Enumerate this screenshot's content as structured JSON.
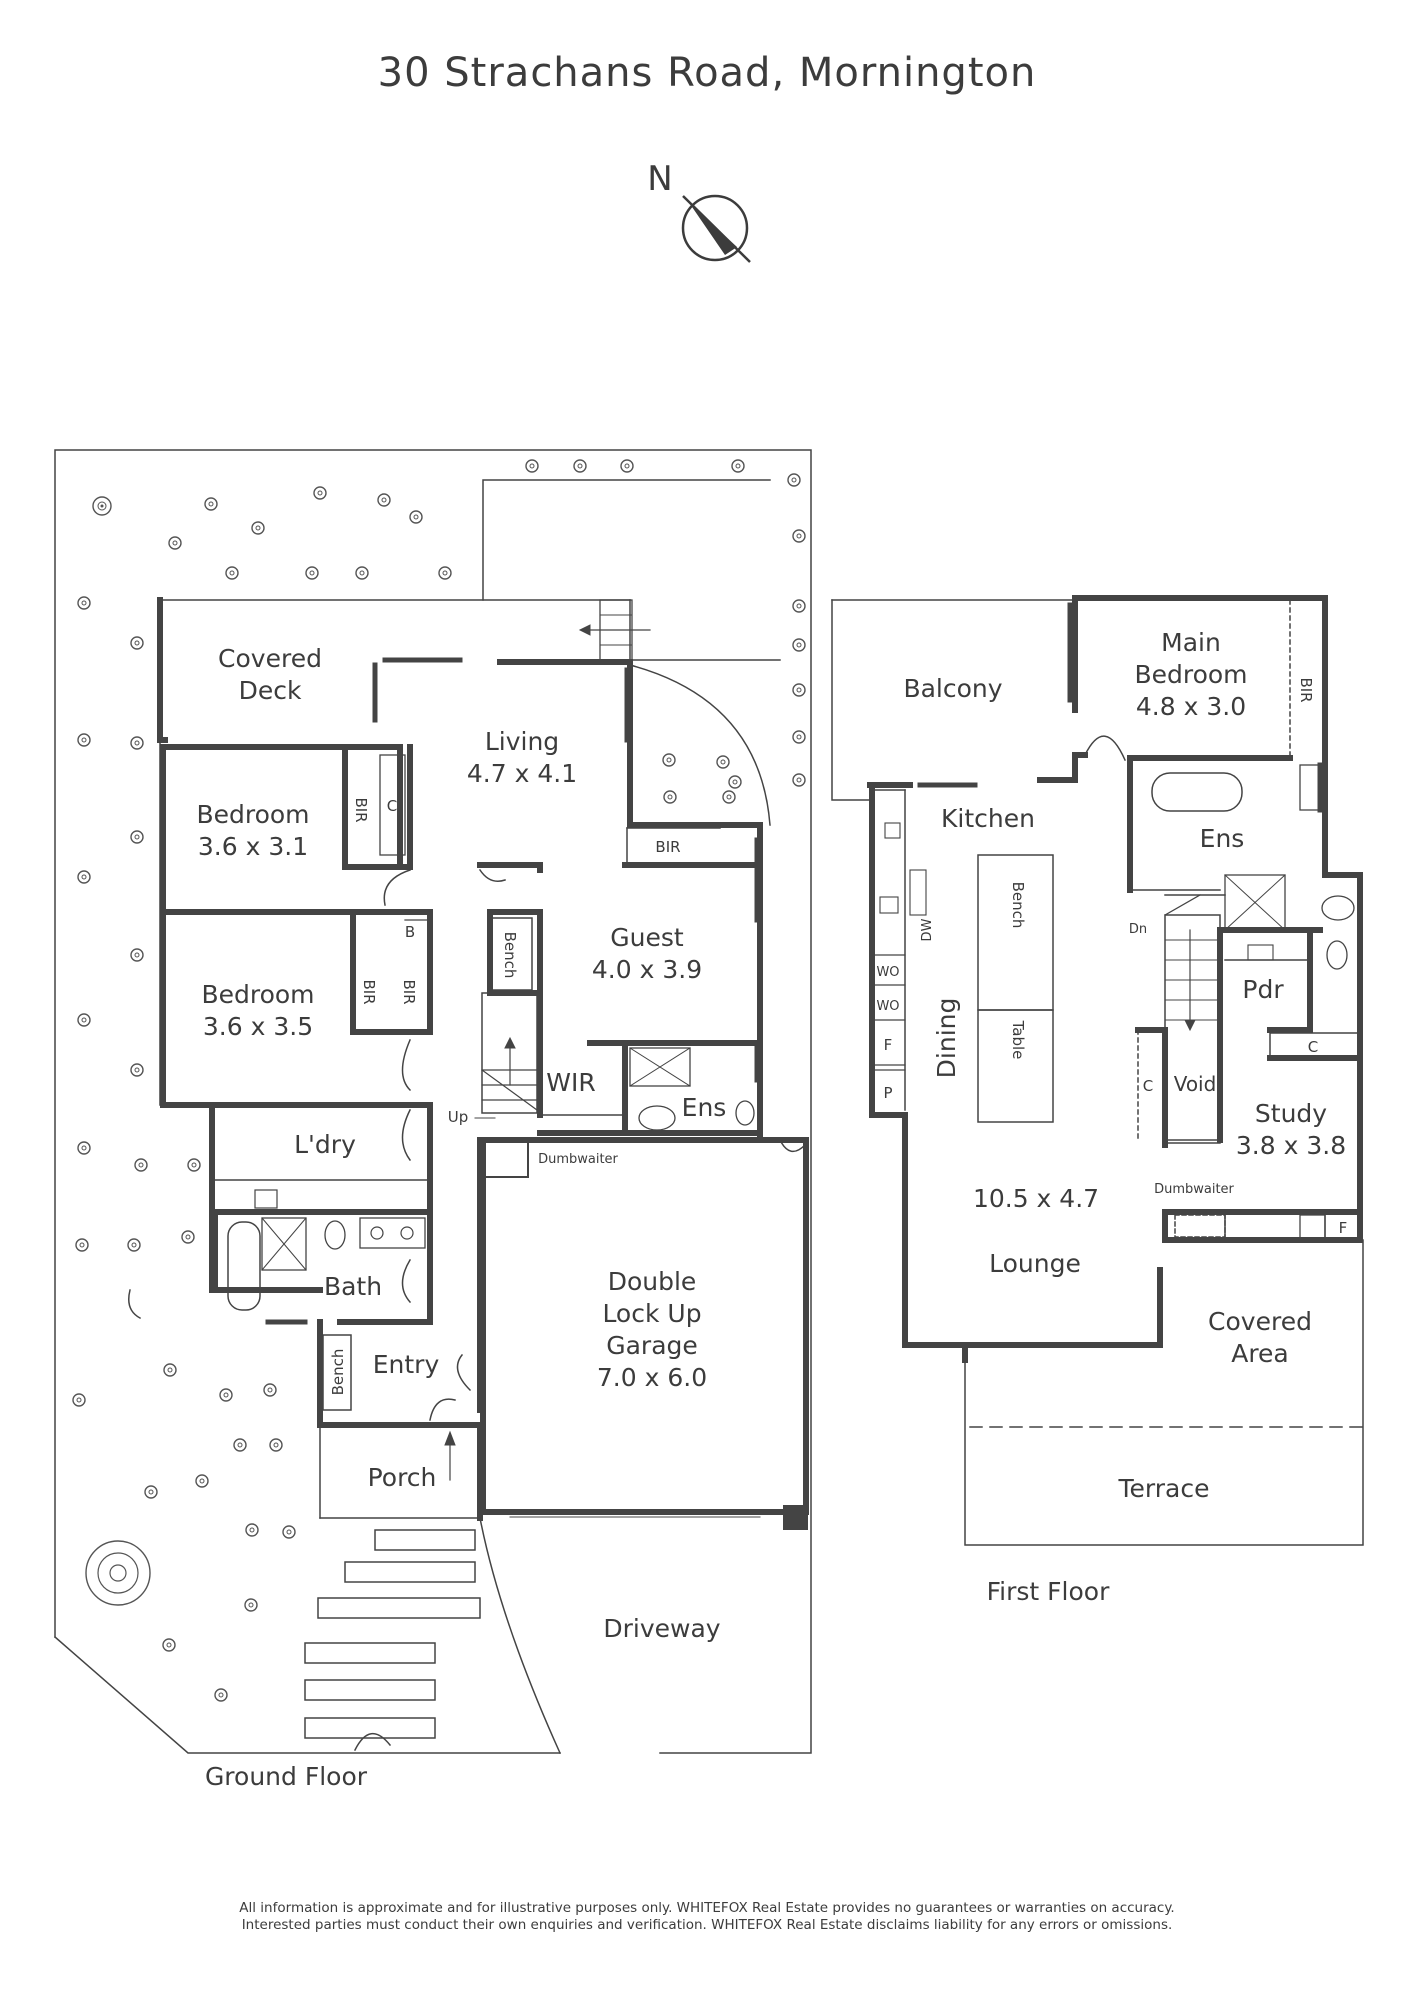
{
  "title": "30 Strachans Road, Mornington",
  "compass": {
    "label": "N",
    "icon": "compass-icon"
  },
  "ground_floor": {
    "caption": "Ground Floor",
    "rooms": {
      "covered_deck": [
        "Covered",
        "Deck"
      ],
      "living": [
        "Living",
        "4.7 x 4.1"
      ],
      "bedroom1": [
        "Bedroom",
        "3.6 x 3.1"
      ],
      "bedroom2": [
        "Bedroom",
        "3.6 x 3.5"
      ],
      "guest": [
        "Guest",
        "4.0 x 3.9"
      ],
      "laundry": "L'dry",
      "bath": "Bath",
      "entry": "Entry",
      "porch": "Porch",
      "garage": [
        "Double",
        "Lock Up",
        "Garage",
        "7.0 x 6.0"
      ],
      "driveway": "Driveway",
      "wir": "WIR",
      "ens": "Ens"
    },
    "fixtures": {
      "bir": "BIR",
      "c": "C",
      "b": "B",
      "bench": "Bench",
      "up": "Up",
      "dumbwaiter": "Dumbwaiter"
    }
  },
  "first_floor": {
    "caption": "First Floor",
    "rooms": {
      "balcony": "Balcony",
      "main_bedroom": [
        "Main",
        "Bedroom",
        "4.8 x 3.0"
      ],
      "kitchen": "Kitchen",
      "ens": "Ens",
      "dining": "Dining",
      "pdr": "Pdr",
      "study": [
        "Study",
        "3.8 x 3.8"
      ],
      "lounge_dims": "10.5 x 4.7",
      "lounge": "Lounge",
      "covered_area": [
        "Covered",
        "Area"
      ],
      "terrace": "Terrace",
      "void": "Void"
    },
    "fixtures": {
      "bir": "BIR",
      "bench": "Bench",
      "table": "Table",
      "dw": "DW",
      "wo": "WO",
      "f": "F",
      "p": "P",
      "c": "C",
      "dn": "Dn",
      "dumbwaiter": "Dumbwaiter"
    }
  },
  "disclaimer": [
    "All information is approximate and for illustrative purposes only. WHITEFOX Real Estate provides no guarantees or warranties on accuracy.",
    "Interested parties must conduct their own enquiries and verification. WHITEFOX Real Estate disclaims liability for any errors or omissions."
  ]
}
